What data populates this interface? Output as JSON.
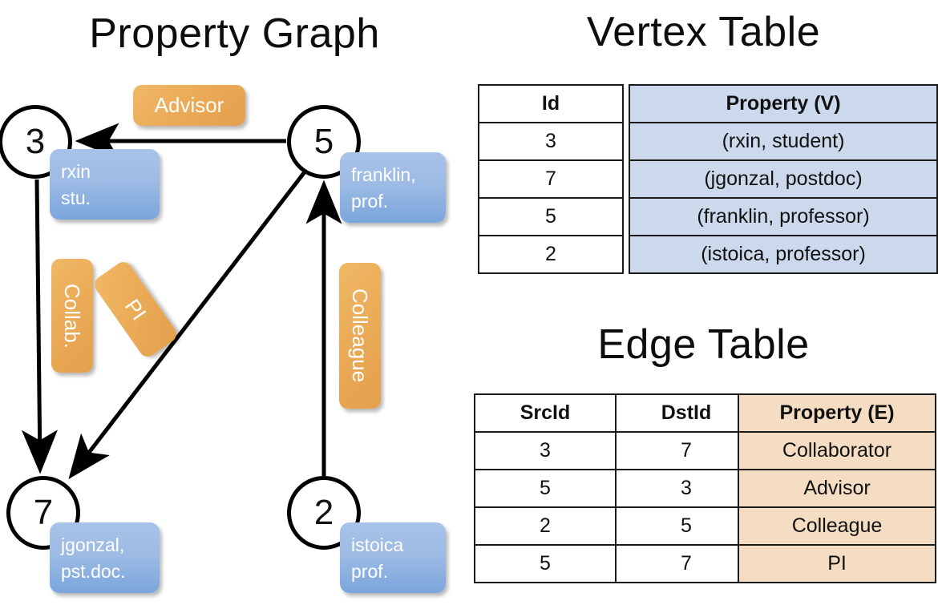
{
  "graph": {
    "title": "Property Graph",
    "nodes": [
      {
        "id": "3",
        "name": "node-3",
        "property_lines": [
          "rxin",
          "stu."
        ]
      },
      {
        "id": "5",
        "name": "node-5",
        "property_lines": [
          "franklin,",
          "prof."
        ]
      },
      {
        "id": "7",
        "name": "node-7",
        "property_lines": [
          "jgonzal,",
          "pst.doc."
        ]
      },
      {
        "id": "2",
        "name": "node-2",
        "property_lines": [
          "istoica",
          "prof."
        ]
      }
    ],
    "edge_labels": [
      {
        "name": "advisor",
        "text": "Advisor"
      },
      {
        "name": "collab",
        "text": "Collab."
      },
      {
        "name": "pi",
        "text": "PI"
      },
      {
        "name": "colleague",
        "text": "Colleague"
      }
    ],
    "edges": [
      {
        "from": "5",
        "to": "3",
        "label": "Advisor"
      },
      {
        "from": "3",
        "to": "7",
        "label": "Collab."
      },
      {
        "from": "5",
        "to": "7",
        "label": "PI"
      },
      {
        "from": "2",
        "to": "5",
        "label": "Colleague"
      }
    ]
  },
  "vertex_table": {
    "title": "Vertex Table",
    "headers": [
      "Id",
      "Property (V)"
    ],
    "rows": [
      {
        "id": "3",
        "property": "(rxin, student)"
      },
      {
        "id": "7",
        "property": "(jgonzal, postdoc)"
      },
      {
        "id": "5",
        "property": "(franklin, professor)"
      },
      {
        "id": "2",
        "property": "(istoica, professor)"
      }
    ]
  },
  "edge_table": {
    "title": "Edge Table",
    "headers": [
      "SrcId",
      "DstId",
      "Property (E)"
    ],
    "rows": [
      {
        "src": "3",
        "dst": "7",
        "property": "Collaborator"
      },
      {
        "src": "5",
        "dst": "3",
        "property": "Advisor"
      },
      {
        "src": "2",
        "dst": "5",
        "property": "Colleague"
      },
      {
        "src": "5",
        "dst": "7",
        "property": "PI"
      }
    ]
  },
  "colors": {
    "vertex_property_fill": "#ccd9ec",
    "edge_property_fill": "#f5ddc4",
    "node_box_blue": "#9dbbe4",
    "edge_label_orange": "#eaa956",
    "stroke": "#000000"
  }
}
